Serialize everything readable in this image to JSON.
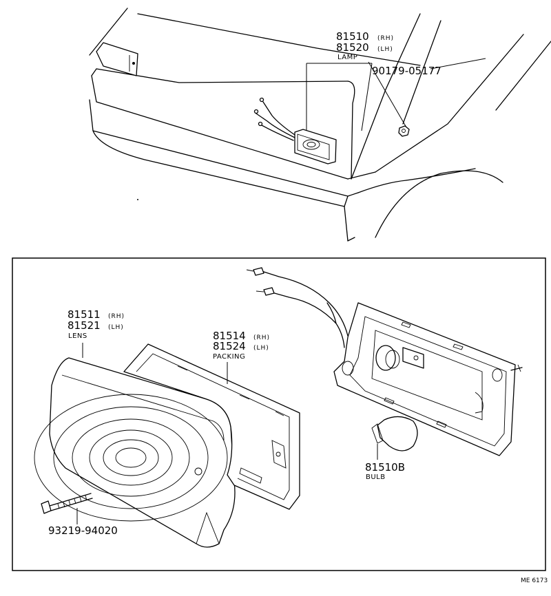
{
  "lamp": {
    "part_rh": "81510",
    "rh": "(RH)",
    "part_lh": "81520",
    "lh": "(LH)",
    "name": "LAMP"
  },
  "screw_top": {
    "part": "90179-05177"
  },
  "lens": {
    "part_rh": "81511",
    "rh": "(RH)",
    "part_lh": "81521",
    "lh": "(LH)",
    "name": "LENS"
  },
  "packing": {
    "part_rh": "81514",
    "rh": "(RH)",
    "part_lh": "81524",
    "lh": "(LH)",
    "name": "PACKING"
  },
  "bulb": {
    "part": "81510B",
    "name": "BULB"
  },
  "screw": {
    "part": "93219-94020"
  },
  "ref_code": "ME 6173"
}
